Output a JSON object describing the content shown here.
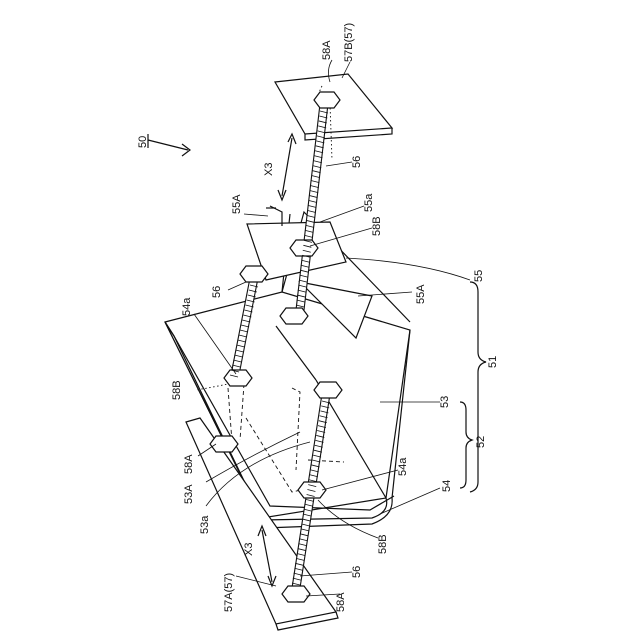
{
  "figure": {
    "labels": {
      "fig_ref": "50",
      "nut_top": "58A",
      "plate_top": "57B(57)",
      "bolt_top": "56",
      "dir_top": "X3",
      "slot_55A": "55A",
      "hole_55a": "55a",
      "nut_58B_top": "58B",
      "wall_55": "55",
      "wall_55A": "55A",
      "bolt_left": "56",
      "hole_54a_left": "54a",
      "assembly_51": "51",
      "nut_58B_left": "58B",
      "wall_53": "53",
      "group_52": "52",
      "nut_58A_left": "58A",
      "hole_54a_right": "54a",
      "base_54": "54",
      "slot_53A": "53A",
      "hole_53a": "53a",
      "nut_58B_bottom": "58B",
      "dir_bottom": "X3",
      "bolt_bottom": "56",
      "plate_bottom": "57A(57)",
      "nut_58A_bottom": "58A"
    }
  }
}
